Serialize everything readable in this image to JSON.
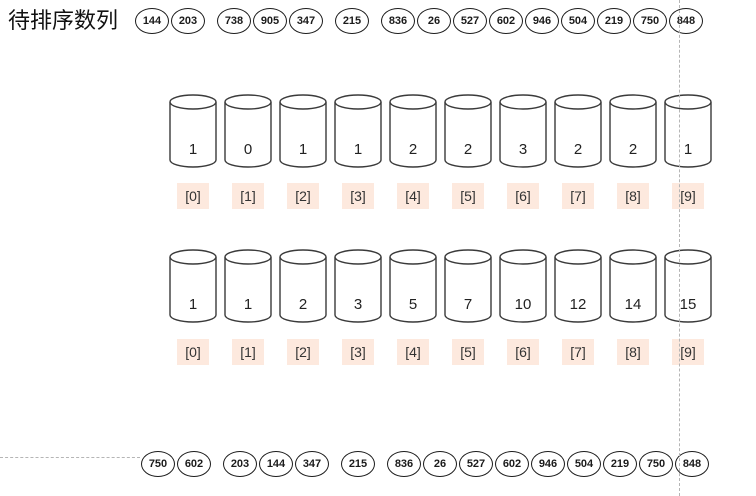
{
  "title": "待排序数列",
  "input_sequence": [
    "144",
    "203",
    "738",
    "905",
    "347",
    "215",
    "836",
    "26",
    "527",
    "602",
    "946",
    "504",
    "219",
    "750",
    "848"
  ],
  "count_buckets": [
    "1",
    "0",
    "1",
    "1",
    "2",
    "2",
    "3",
    "2",
    "2",
    "1"
  ],
  "count_indices": [
    "[0]",
    "[1]",
    "[2]",
    "[3]",
    "[4]",
    "[5]",
    "[6]",
    "[7]",
    "[8]",
    "[9]"
  ],
  "prefix_buckets": [
    "1",
    "1",
    "2",
    "3",
    "5",
    "7",
    "10",
    "12",
    "14",
    "15"
  ],
  "prefix_indices": [
    "[0]",
    "[1]",
    "[2]",
    "[3]",
    "[4]",
    "[5]",
    "[6]",
    "[7]",
    "[8]",
    "[9]"
  ],
  "output_sequence": [
    "750",
    "602",
    "203",
    "144",
    "347",
    "215",
    "836",
    "26",
    "527",
    "602",
    "946",
    "504",
    "219",
    "750",
    "848"
  ],
  "colors": {
    "circle_stroke": "#1b1b1b",
    "index_background": "#fde9de",
    "guide_line": "#b5b5b5"
  }
}
